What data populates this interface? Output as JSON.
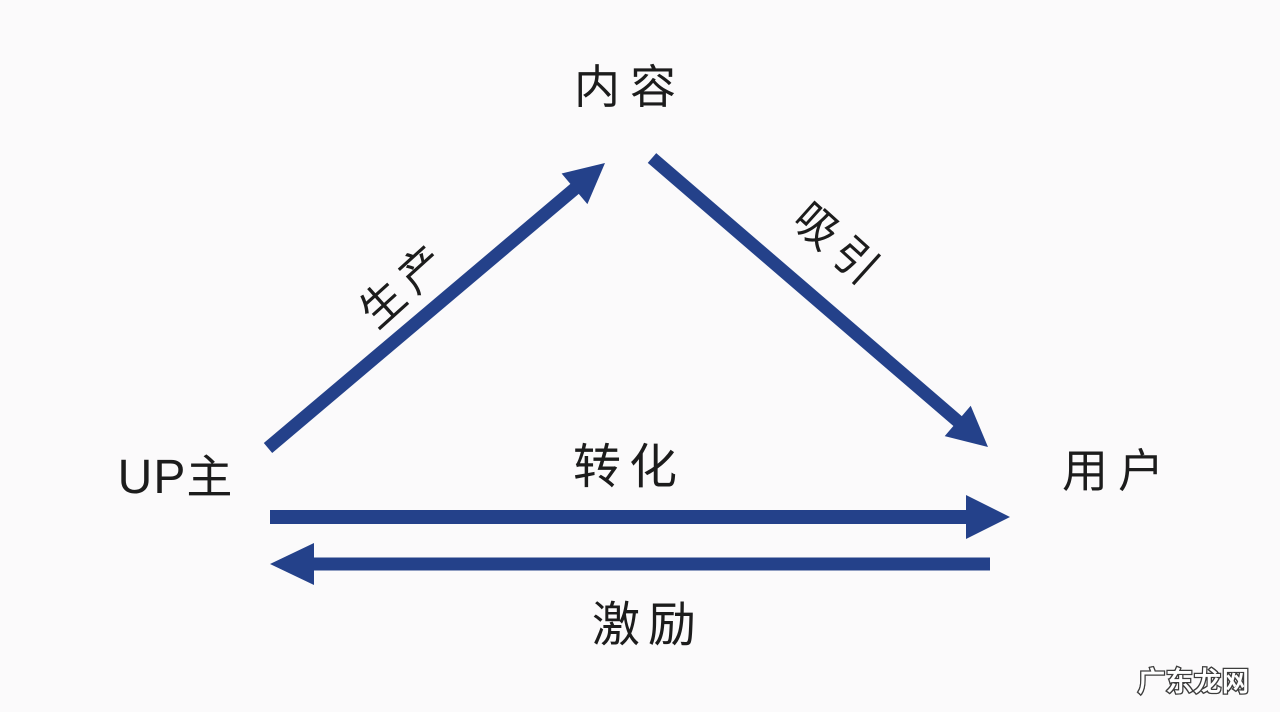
{
  "diagram": {
    "type": "triangle-relationship-diagram",
    "nodes": [
      {
        "id": "content",
        "label": "内容",
        "position": "top"
      },
      {
        "id": "up-host",
        "label_latin": "UP",
        "label_cjk": "主",
        "position": "bottom-left"
      },
      {
        "id": "user",
        "label": "用户",
        "position": "bottom-right"
      }
    ],
    "edges": [
      {
        "id": "produce",
        "label": "生产",
        "from": "up-host",
        "to": "content",
        "direction": "up-right"
      },
      {
        "id": "attract",
        "label": "吸引",
        "from": "content",
        "to": "user",
        "direction": "down-right"
      },
      {
        "id": "convert",
        "label": "转化",
        "from": "up-host",
        "to": "user",
        "direction": "right"
      },
      {
        "id": "incentivize",
        "label": "激励",
        "from": "user",
        "to": "up-host",
        "direction": "left"
      }
    ],
    "colors": {
      "arrow": "#24418a",
      "background": "#fbfafb",
      "text": "#1c1c1c",
      "watermark_fill": "#ffffff",
      "watermark_outline": "#3d3d3d"
    },
    "watermark": "广东龙网"
  }
}
